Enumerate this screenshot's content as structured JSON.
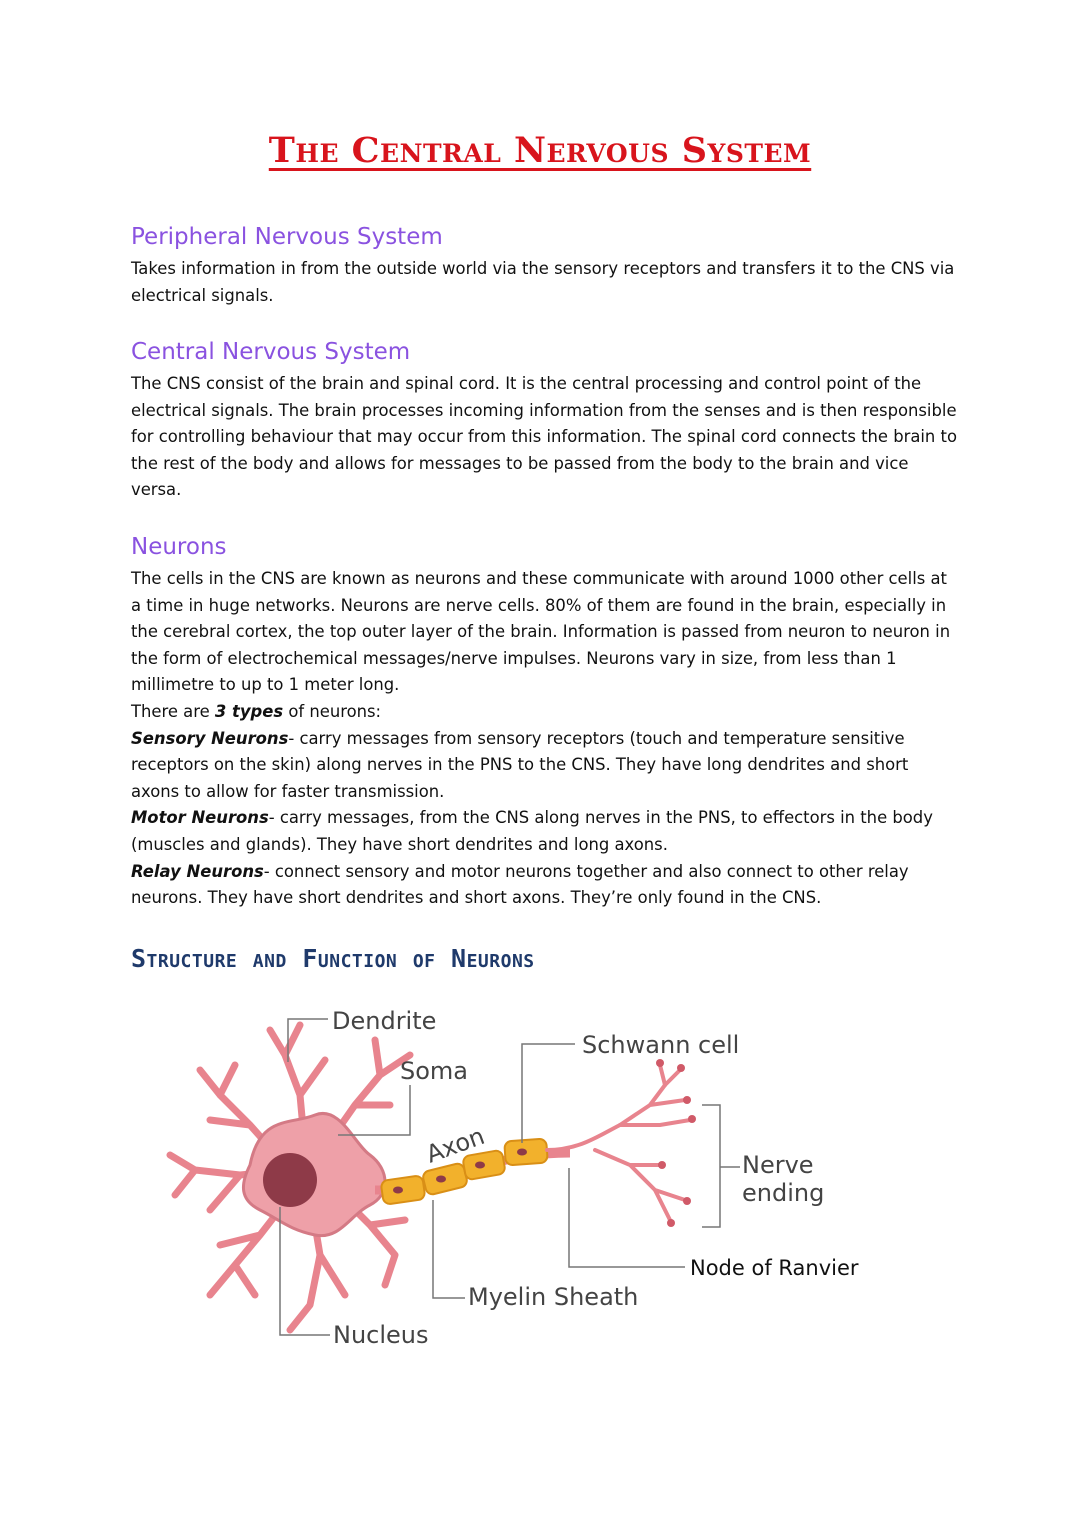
{
  "title": "The Central Nervous System",
  "sections": {
    "pns": {
      "heading": "Peripheral Nervous System",
      "text": "Takes information in from the outside world via the sensory receptors and transfers it to the CNS via electrical signals."
    },
    "cns": {
      "heading": "Central Nervous System",
      "text": "The CNS consist of the brain and spinal cord. It is the central processing and control point of the electrical signals. The brain processes incoming information from the senses and is then responsible for controlling behaviour that may occur from this information. The spinal cord connects the brain to the rest of the body and allows for messages to be passed from the body to the brain and vice versa."
    },
    "neurons": {
      "heading": "Neurons",
      "intro": "The cells in the CNS are known as neurons and these communicate with around 1000 other cells at a time in huge networks. Neurons are nerve cells. 80% of them are found in the brain, especially in the cerebral cortex, the top outer layer of the brain. Information is passed from neuron to neuron in the form of electrochemical messages/nerve impulses. Neurons vary in size, from less than 1 millimetre to up to 1 meter long.",
      "types_pre": "There are ",
      "types_em": "3 types",
      "types_post": " of neurons:",
      "sensory_term": "Sensory Neurons",
      "sensory_text": "- carry messages from sensory receptors (touch and temperature sensitive receptors on the skin) along nerves in the PNS to the CNS. They have long dendrites and short axons to allow for faster transmission.",
      "motor_term": "Motor Neurons",
      "motor_text": "- carry messages, from the CNS along nerves in the PNS, to effectors in the body (muscles and glands). They have short dendrites and long axons.",
      "relay_term": "Relay Neurons",
      "relay_text": "- connect sensory and motor neurons together and also connect to other relay neurons. They have short dendrites and short axons. They’re only found in the CNS."
    },
    "structure": {
      "heading": "Structure and Function of Neurons"
    }
  },
  "diagram": {
    "labels": {
      "dendrite": "Dendrite",
      "soma": "Soma",
      "axon": "Axon",
      "schwann": "Schwann cell",
      "nerve_line1": "Nerve",
      "nerve_line2": "ending",
      "node": "Node of Ranvier",
      "myelin": "Myelin Sheath",
      "nucleus": "Nucleus"
    },
    "colors": {
      "cell_body": "#e8848e",
      "cell_stroke": "#c55a66",
      "nucleus": "#8e3a48",
      "myelin": "#f2b12c",
      "myelin_stroke": "#d98f16"
    }
  }
}
